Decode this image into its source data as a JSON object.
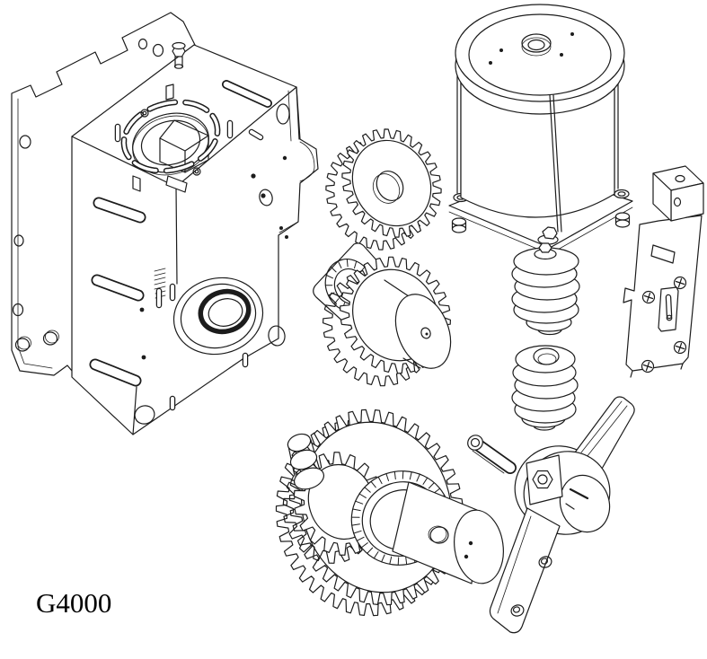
{
  "diagram": {
    "model_label": "G4000",
    "background_color": "#ffffff",
    "line_color": "#1c1c1c",
    "view": "exploded-parts",
    "parts": [
      {
        "name": "mounting-base-plate"
      },
      {
        "name": "gearbox-housing"
      },
      {
        "name": "idler-gear"
      },
      {
        "name": "pinion-gear-with-flange"
      },
      {
        "name": "electric-motor"
      },
      {
        "name": "motor-worm-screw"
      },
      {
        "name": "spare-worm-screw"
      },
      {
        "name": "release-lock-bracket"
      },
      {
        "name": "output-gear-with-shaft"
      },
      {
        "name": "drive-pin"
      },
      {
        "name": "manual-release-lever"
      }
    ]
  }
}
